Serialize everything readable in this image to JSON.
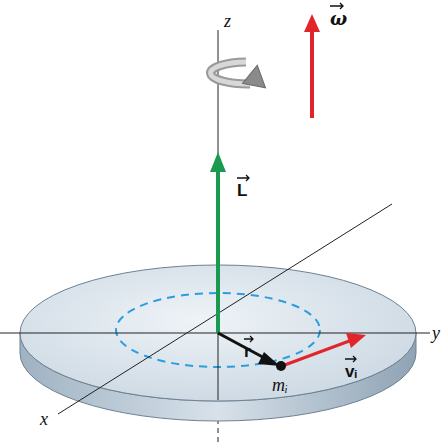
{
  "diagram": {
    "labels": [
      "z",
      "ω",
      "L",
      "y",
      "x",
      "r",
      "mᵢ",
      "vᵢ"
    ]
  }
}
